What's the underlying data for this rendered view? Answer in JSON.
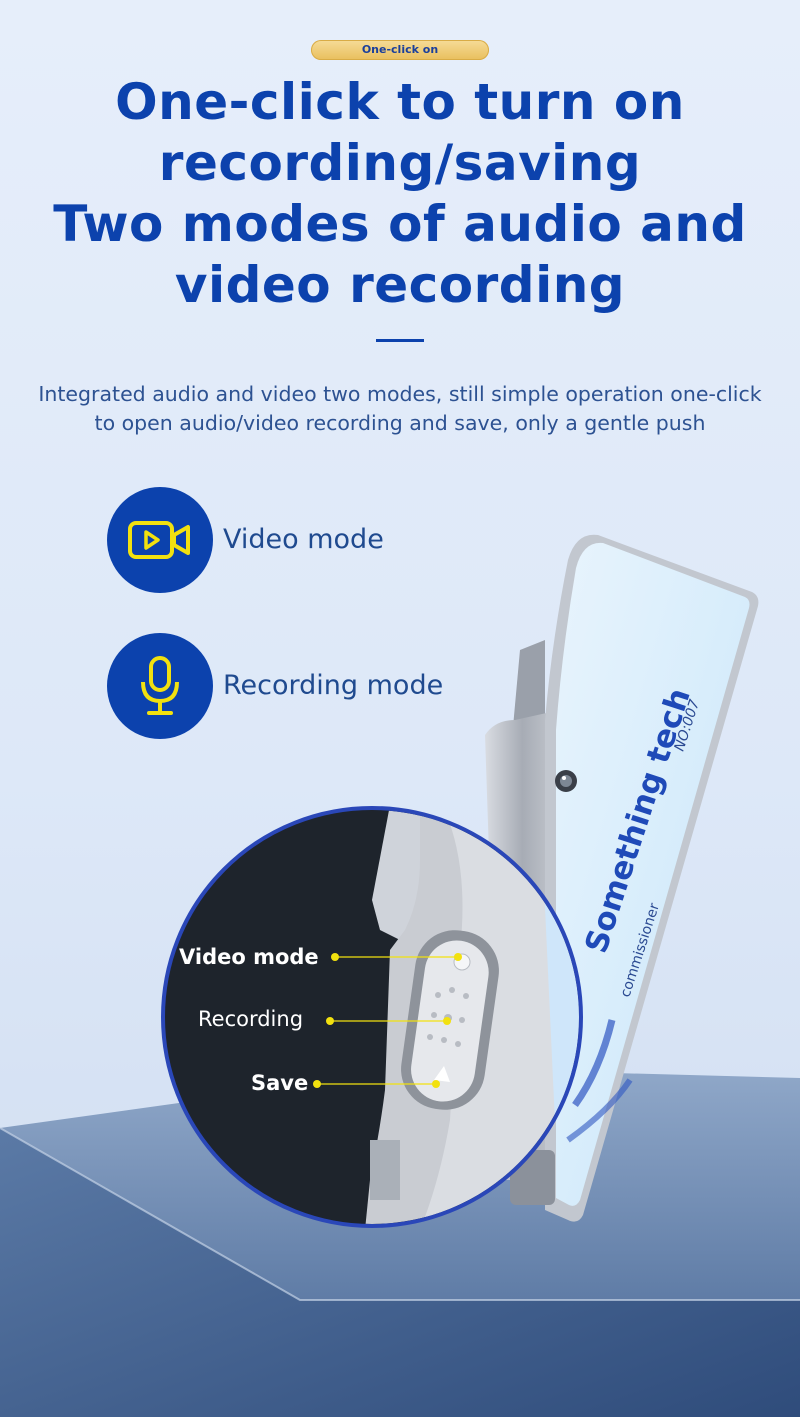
{
  "badge": "One-click on",
  "headline": {
    "line1": "One-click to turn on",
    "line2": "recording/saving",
    "line3": "Two modes of audio and",
    "line4": "video recording"
  },
  "description": "Integrated audio and video two modes, still simple operation one-click to open audio/video recording and save, only a gentle push",
  "modes": [
    {
      "label": "Video mode",
      "icon": "video-camera-icon"
    },
    {
      "label": "Recording mode",
      "icon": "microphone-icon"
    }
  ],
  "device": {
    "brand": "Something tech",
    "serial": "NO:007",
    "role": "commissioner"
  },
  "callouts": [
    {
      "label": "Video mode"
    },
    {
      "label": "Recording"
    },
    {
      "label": "Save"
    }
  ],
  "colors": {
    "primary_blue": "#0c42ad",
    "accent_yellow": "#f2e10f",
    "badge_gold": "#e9bf5c"
  }
}
